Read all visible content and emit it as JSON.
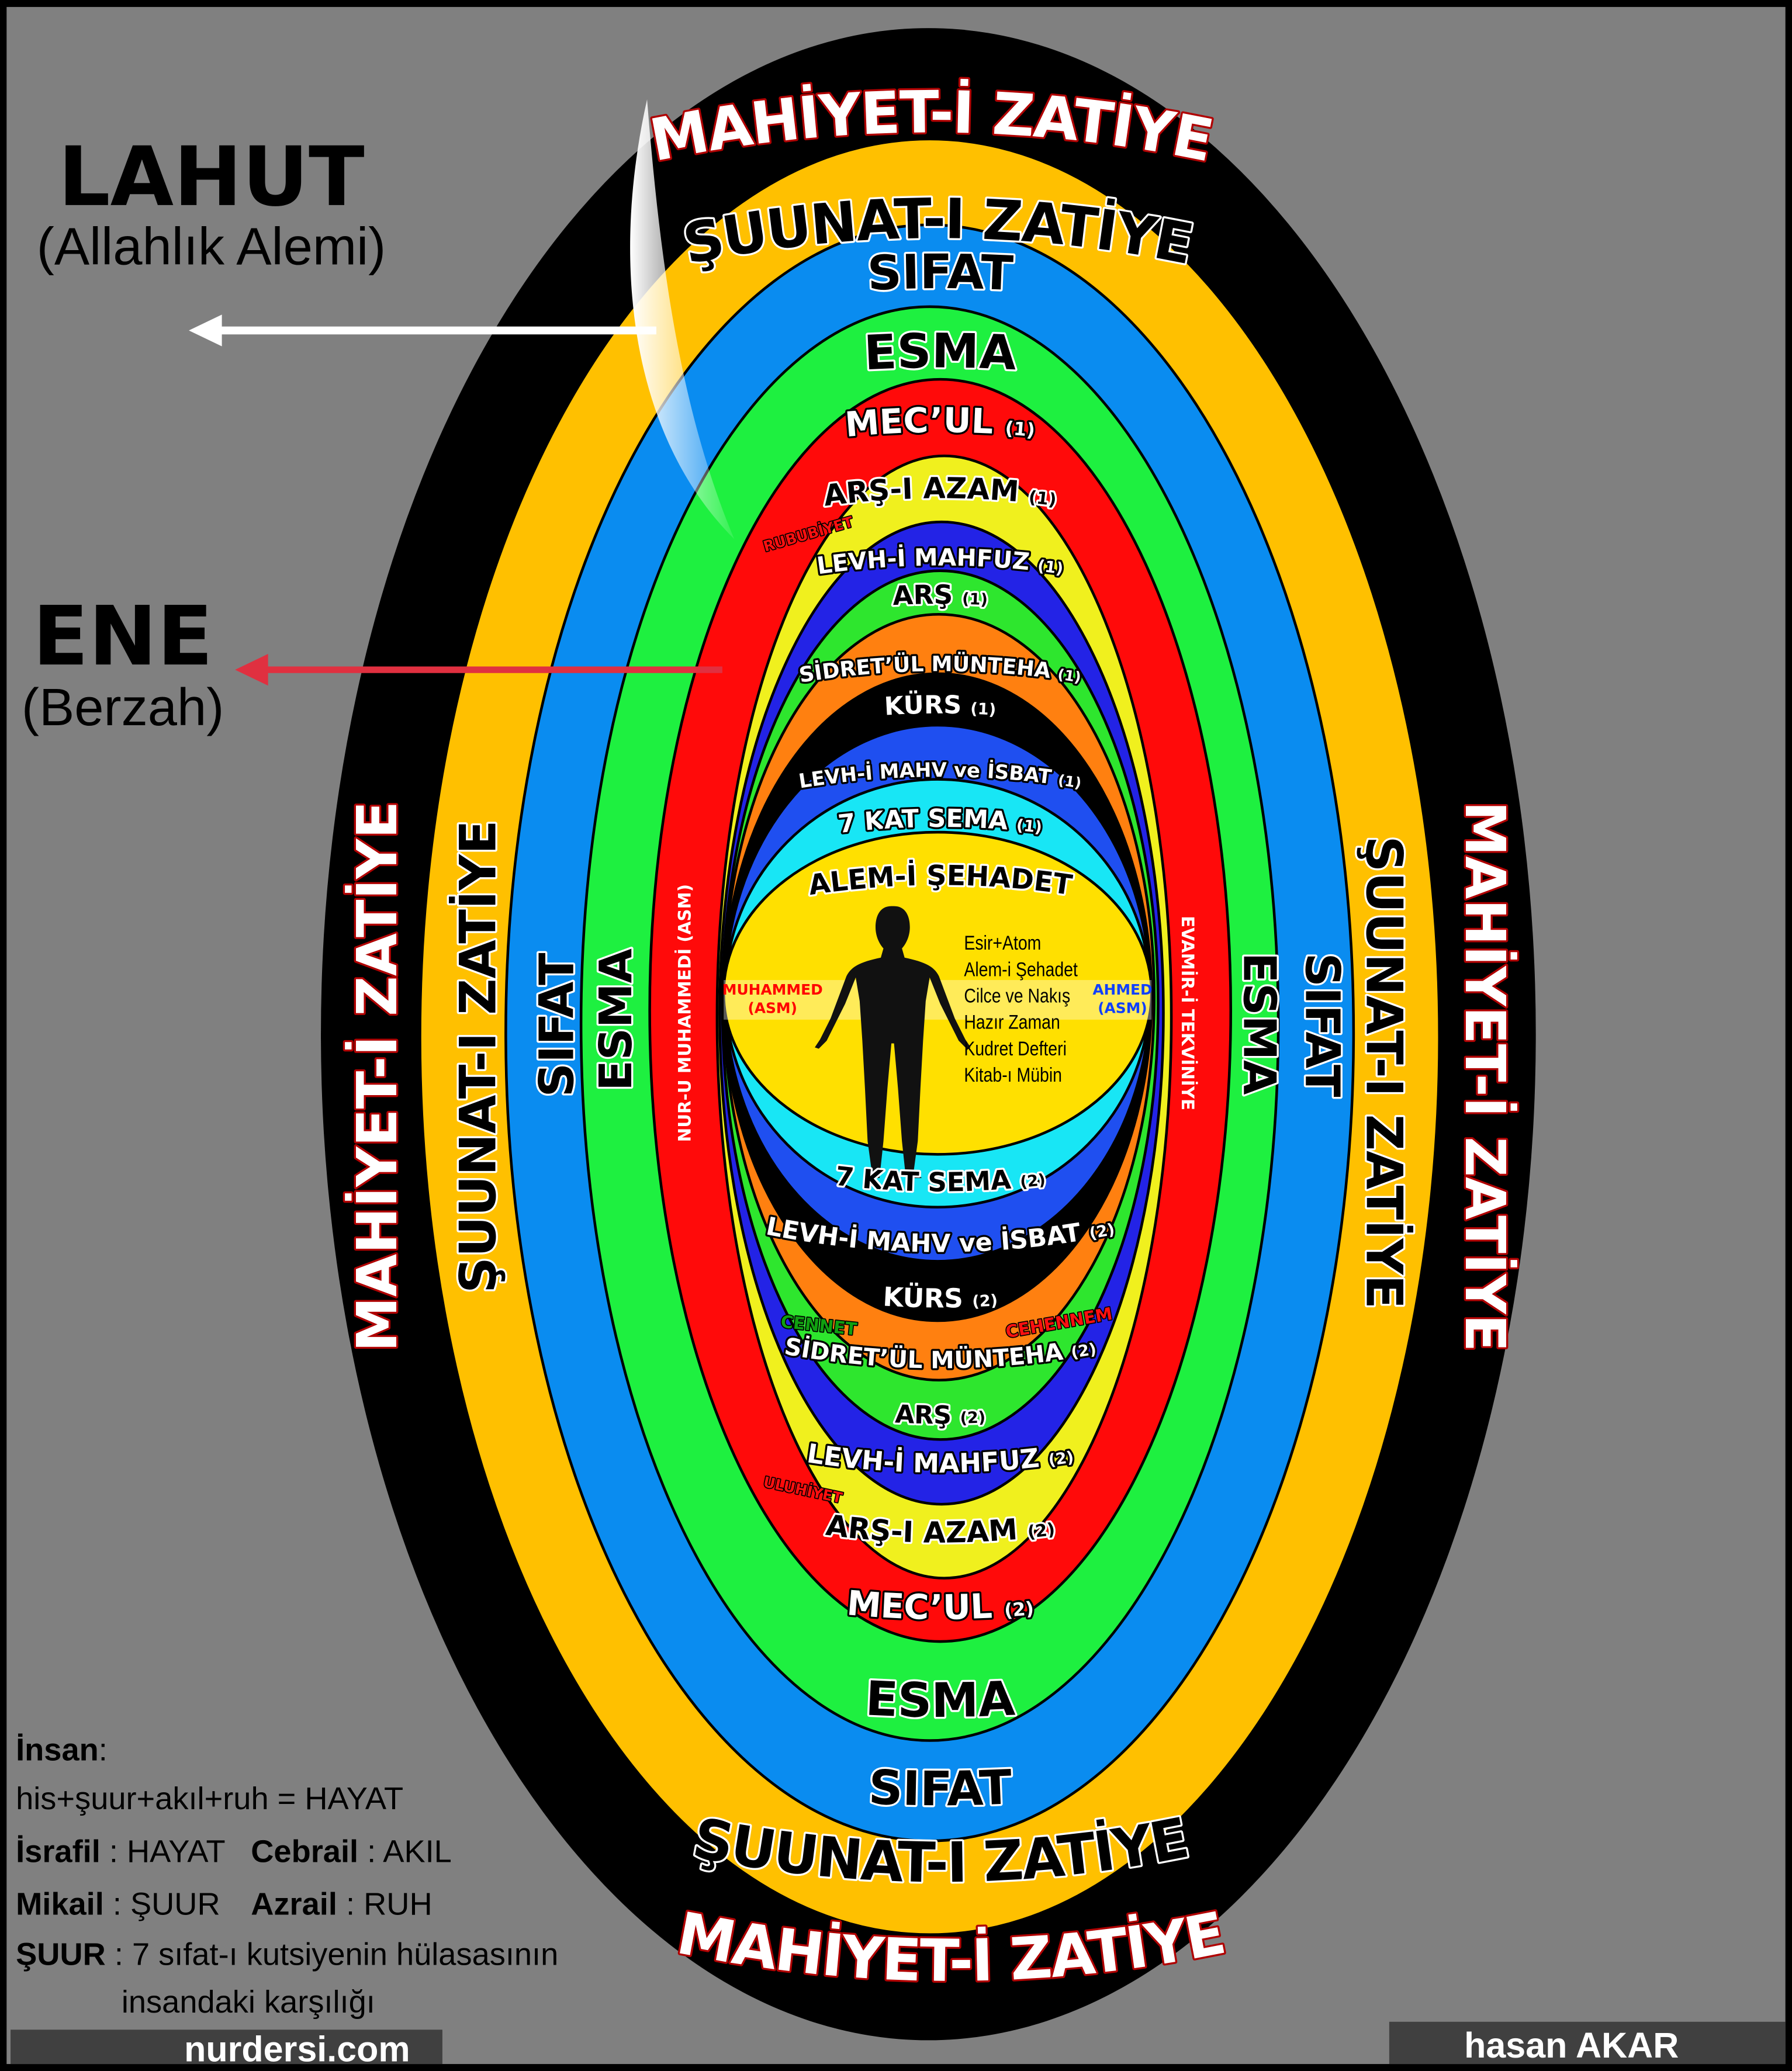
{
  "left_labels": {
    "lahut_title": "LAHUT",
    "lahut_subtitle": "(Allahlık Alemi)",
    "ene_title": "ENE",
    "ene_subtitle": "(Berzah)"
  },
  "rings": {
    "mahiyet": "MAHİYET-İ ZATİYE",
    "suunat": "ŞUUNAT-I ZATİYE",
    "sifat": "SIFAT",
    "esma": "ESMA"
  },
  "inner_top": [
    {
      "name": "MEC’UL ",
      "n": "(1)"
    },
    {
      "name": "ARŞ-I AZAM ",
      "n": "(1)"
    },
    {
      "name": "LEVH-İ MAHFUZ ",
      "n": "(1)"
    },
    {
      "name": "ARŞ ",
      "n": "(1)"
    },
    {
      "name": "SİDRET’ÜL MÜNTEHA ",
      "n": "(1)"
    },
    {
      "name": "KÜRS ",
      "n": "(1)"
    },
    {
      "name": "LEVH-İ MAHV ve İSBAT ",
      "n": "(1)"
    },
    {
      "name": "7 KAT SEMA ",
      "n": "(1)"
    },
    {
      "name": "ALEM-İ ŞEHADET",
      "n": ""
    }
  ],
  "inner_bottom": [
    {
      "name": "7 KAT SEMA ",
      "n": "(2)"
    },
    {
      "name": "LEVH-İ MAHV ve İSBAT ",
      "n": "(2)"
    },
    {
      "name": "KÜRS ",
      "n": "(2)"
    },
    {
      "name": "SİDRET’ÜL MÜNTEHA ",
      "n": "(2)"
    },
    {
      "name": "ARŞ ",
      "n": "(2)"
    },
    {
      "name": "LEVH-İ MAHFUZ ",
      "n": "(2)"
    },
    {
      "name": "ARŞ-I AZAM ",
      "n": "(2)"
    },
    {
      "name": "MEC’UL ",
      "n": "(2)"
    }
  ],
  "accents": {
    "rububiyet": "RUBUBİYET",
    "uluhiyet": "ULUHİYET",
    "cennet": "CENNET",
    "cehennem": "CEHENNEM"
  },
  "side_labels": {
    "nur_u_muhammedi": "NUR-U MUHAMMEDİ (ASM)",
    "evamir": "EVAMİR-İ TEKVİNİYE"
  },
  "center": {
    "muhammed": "MUHAMMED",
    "muhammed_asm": "(ASM)",
    "ahmed": "AHMED",
    "ahmed_asm": "(ASM)",
    "list": [
      "Esir+Atom",
      "Alem-i Şehadet",
      "Cilce ve Nakış",
      "Hazır Zaman",
      "Kudret Defteri",
      "Kitab-ı Mübin"
    ]
  },
  "legend": {
    "insan": "İnsan",
    "colon": ":",
    "formula": "his+şuur+akıl+ruh = HAYAT",
    "israfil": "İsrafil",
    "israfil_val": " : HAYAT",
    "cebrail": "Cebrail",
    "cebrail_val": " : AKIL",
    "mikail": "Mikail",
    "mikail_val": " : ŞUUR",
    "azrail": "Azrail",
    "azrail_val": " : RUH",
    "suur": "ŞUUR",
    "suur_val": " : 7 sıfat-ı kutsiyenin hülasasının",
    "suur_val2": "insandaki karşılığı"
  },
  "footer": {
    "site": "nurdersi.com",
    "author": "hasan AKAR"
  },
  "colors": {
    "background": "#808080",
    "mahiyet": "#000000",
    "suunat": "#FFC000",
    "sifat": "#0A8CF0",
    "esma": "#1EF040",
    "mecul": "#FF0A0A",
    "center": "#FFE000"
  }
}
